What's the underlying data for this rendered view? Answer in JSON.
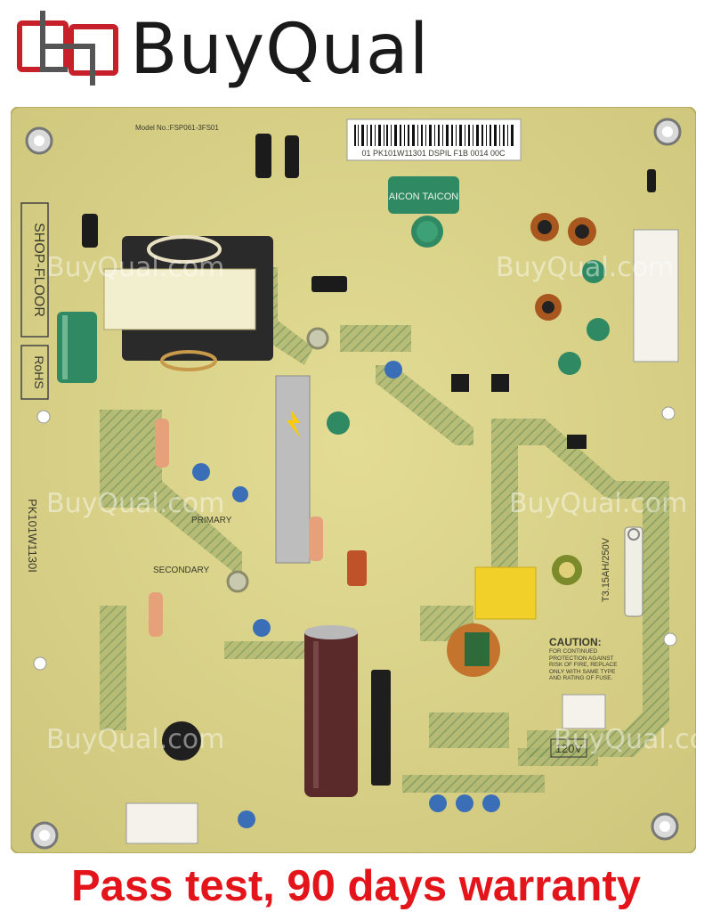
{
  "brand": {
    "name": "BuyQual",
    "logo_icon": "buyqual-logo-icon",
    "accent_color": "#c8202a"
  },
  "board": {
    "model_label": "Model No.:FSP061-3FS01",
    "barcode_text": "01 PK101W11301 DSPIL F1B 0014 00C",
    "capacitor_brand": "AICON TAICON",
    "stamp_vertical": "SHOP-FLOOR",
    "rohs": "RoHS",
    "part_number": "PK101W1130I",
    "primary_label": "PRIMARY",
    "secondary_label": "SECONDARY",
    "fuse_label": "T3.15AH/250V",
    "caution_title": "CAUTION:",
    "caution_text": "FOR CONTINUED PROTECTION AGAINST RISK OF FIRE, REPLACE ONLY WITH SAME TYPE AND RATING OF FUSE.",
    "voltage_label": "120V",
    "watermark": "BuyQual.com",
    "colors": {
      "pcb": "#d8d28a",
      "hatch": "#6f8f57",
      "capacitor_green": "#2f8a63",
      "capacitor_brown": "#5a2a2a"
    }
  },
  "banner": {
    "text": "Pass test, 90 days warranty",
    "color": "#e4141b"
  }
}
